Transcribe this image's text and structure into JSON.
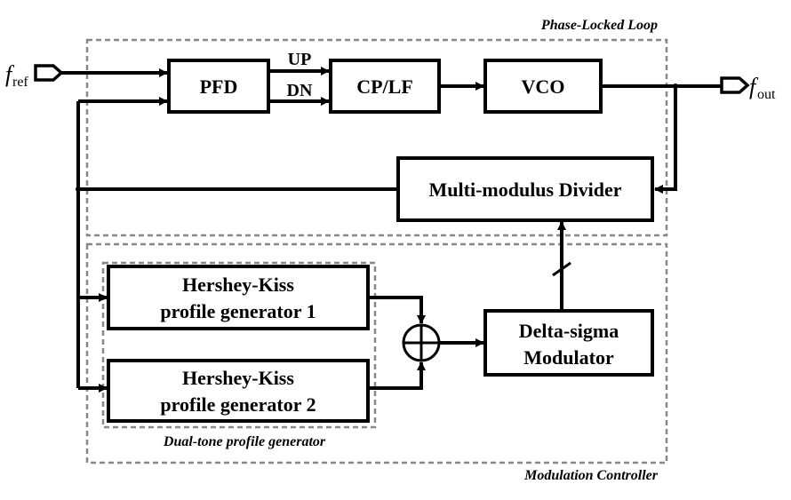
{
  "groups": {
    "pll": "Phase-Locked Loop",
    "modulation": "Modulation Controller",
    "dual_tone": "Dual-tone profile generator"
  },
  "blocks": {
    "pfd": "PFD",
    "cplf": "CP/LF",
    "vco": "VCO",
    "divider": "Multi-modulus Divider",
    "hk1": [
      "Hershey-Kiss",
      "profile generator 1"
    ],
    "hk2": [
      "Hershey-Kiss",
      "profile generator 2"
    ],
    "dsm": [
      "Delta-sigma",
      "Modulator"
    ]
  },
  "signals": {
    "up": "UP",
    "dn": "DN"
  },
  "ports": {
    "fref": {
      "main": "f",
      "sub": "ref"
    },
    "fout": {
      "main": "f",
      "sub": "out"
    }
  },
  "colors": {
    "stroke": "#000000",
    "dashed_border": "#888888"
  }
}
